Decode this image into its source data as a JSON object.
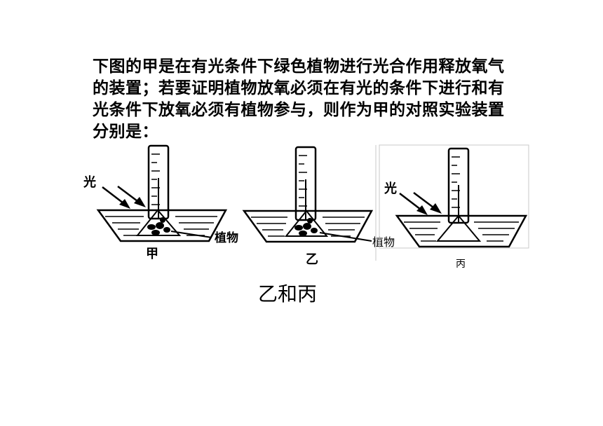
{
  "question": {
    "lines": [
      "下图的甲是在有光条件下绿色植物进行光合作用释放氧气",
      "的装置；若要证明植物放氧必须在有光的条件下进行和有",
      "光条件下放氧必须有植物参与，则作为甲的对照实验装置",
      "分别是："
    ]
  },
  "diagram": {
    "light_label_a": "光",
    "light_label_c": "光",
    "plant_label_a": "植物",
    "plant_label_b": "植物",
    "setup_a": "甲",
    "setup_b": "乙",
    "setup_c": "丙"
  },
  "answer": "乙和丙"
}
